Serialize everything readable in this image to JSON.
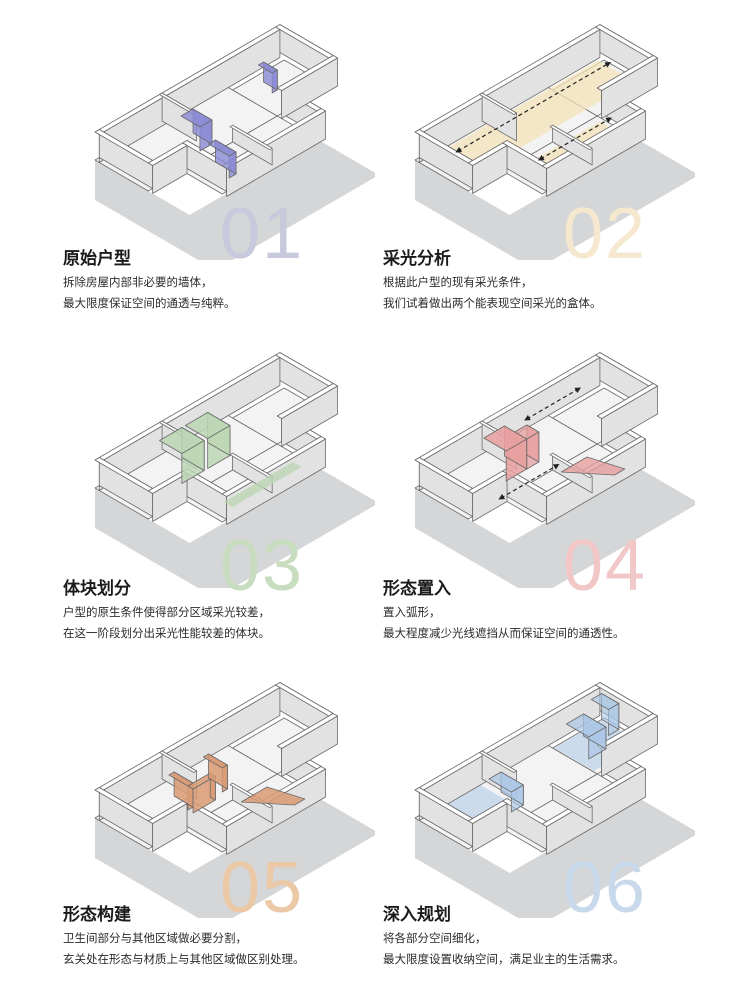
{
  "colors": {
    "wall_top": "#ffffff",
    "wall_side": "#e2e2e2",
    "floor": "#f3f3f3",
    "shadow": "#d4d6d8",
    "outline": "#6a6a6a"
  },
  "panels": [
    {
      "number": "01",
      "number_color": "#c7c9dc",
      "accent": "#8a8ad4",
      "title": "原始户型",
      "lines": [
        "拆除房屋内部非必要的墙体，",
        "最大限度保证空间的通透与纯粹。"
      ]
    },
    {
      "number": "02",
      "number_color": "#f5e8cf",
      "accent": "#f3e3b8",
      "title": "采光分析",
      "lines": [
        "根据此户型的现有采光条件，",
        "我们试着做出两个能表现空间采光的盒体。"
      ]
    },
    {
      "number": "03",
      "number_color": "#c8dcc0",
      "accent": "#bcd6b4",
      "title": "体块划分",
      "lines": [
        "户型的原生条件使得部分区域采光较差，",
        "在这一阶段划分出采光性能较差的体块。"
      ]
    },
    {
      "number": "04",
      "number_color": "#f2c7c7",
      "accent": "#e79f9f",
      "title": "形态置入",
      "lines": [
        "置入弧形，",
        "最大程度减少光线遮挡从而保证空间的通透性。"
      ]
    },
    {
      "number": "05",
      "number_color": "#ecc9a6",
      "accent": "#d99a73",
      "title": "形态构建",
      "lines": [
        "卫生间部分与其他区域做必要分割，",
        "玄关处在形态与材质上与其他区域做区别处理。"
      ]
    },
    {
      "number": "06",
      "number_color": "#c9d9ec",
      "accent": "#a9c6e6",
      "title": "深入规划",
      "lines": [
        "将各部分空间细化，",
        "最大限度设置收纳空间，满足业主的生活需求。"
      ]
    }
  ]
}
